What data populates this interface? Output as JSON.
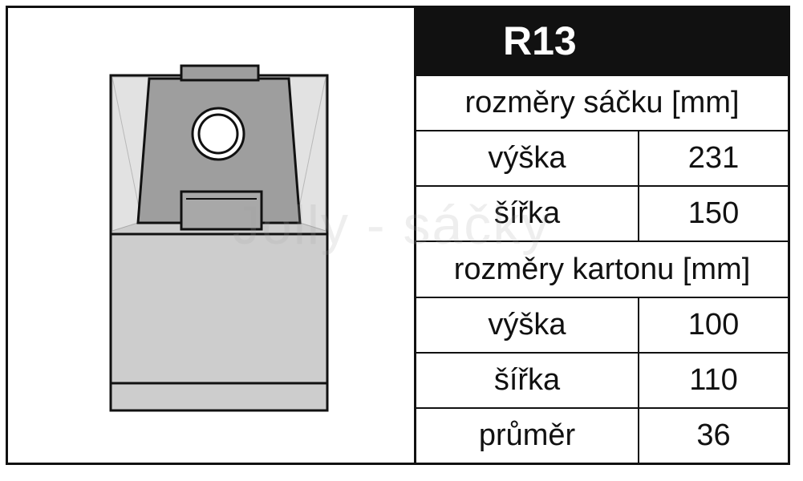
{
  "product": {
    "code": "R13"
  },
  "watermark": "Jolly - sáčky",
  "bag_dimensions": {
    "heading": "rozměry sáčku [mm]",
    "rows": [
      {
        "label": "výška",
        "value": "231"
      },
      {
        "label": "šířka",
        "value": "150"
      }
    ]
  },
  "carton_dimensions": {
    "heading": "rozměry kartonu [mm]",
    "rows": [
      {
        "label": "výška",
        "value": "100"
      },
      {
        "label": "šířka",
        "value": "110"
      },
      {
        "label": "průměr",
        "value": "36"
      }
    ]
  },
  "colors": {
    "border": "#111111",
    "bag_fill": "#cccccc",
    "carton_fill": "#9e9e9e",
    "title_bg": "#111111",
    "title_text": "#ffffff"
  }
}
